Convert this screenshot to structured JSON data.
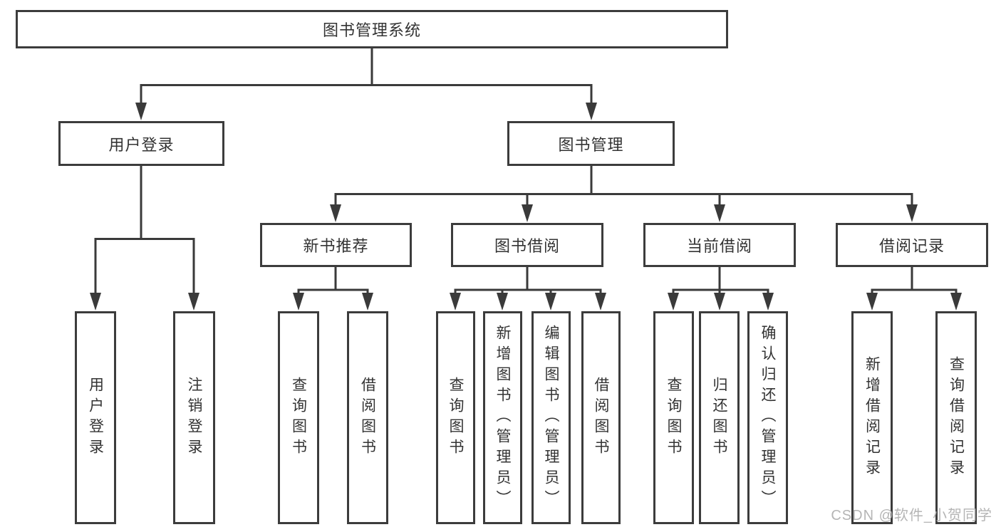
{
  "colors": {
    "line": "#3a3a3a",
    "box_border": "#3c3c3c",
    "text": "#333333",
    "watermark": "#b5b5b5",
    "background": "#ffffff"
  },
  "watermark": {
    "text": "CSDN @软件_小贺同学"
  },
  "nodes": {
    "root": {
      "label": "图书管理系统"
    },
    "user_login": {
      "label": "用户登录"
    },
    "book_mgmt": {
      "label": "图书管理"
    },
    "new_book_rec": {
      "label": "新书推荐"
    },
    "book_borrow": {
      "label": "图书借阅"
    },
    "current_borrow": {
      "label": "当前借阅"
    },
    "borrow_record": {
      "label": "借阅记录"
    },
    "leaf_user_login": {
      "label": "用户登录"
    },
    "leaf_logout": {
      "label": "注销登录"
    },
    "leaf_query_book_new": {
      "label": "查询图书"
    },
    "leaf_borrow_book_new": {
      "label": "借阅图书"
    },
    "leaf_query_book_bor": {
      "label": "查询图书"
    },
    "leaf_add_book_admin": {
      "label": "新增图书（管理员）"
    },
    "leaf_edit_book_admin": {
      "label": "编辑图书（管理员）"
    },
    "leaf_borrow_book_bor": {
      "label": "借阅图书"
    },
    "leaf_query_book_cur": {
      "label": "查询图书"
    },
    "leaf_return_book": {
      "label": "归还图书"
    },
    "leaf_confirm_return_admin": {
      "label": "确认归还（管理员）"
    },
    "leaf_add_borrow_record": {
      "label": "新增借阅记录"
    },
    "leaf_query_borrow_record": {
      "label": "查询借阅记录"
    }
  },
  "hierarchy": {
    "图书管理系统": [
      "用户登录",
      "图书管理"
    ],
    "用户登录": [
      "用户登录",
      "注销登录"
    ],
    "图书管理": [
      "新书推荐",
      "图书借阅",
      "当前借阅",
      "借阅记录"
    ],
    "新书推荐": [
      "查询图书",
      "借阅图书"
    ],
    "图书借阅": [
      "查询图书",
      "新增图书（管理员）",
      "编辑图书（管理员）",
      "借阅图书"
    ],
    "当前借阅": [
      "查询图书",
      "归还图书",
      "确认归还（管理员）"
    ],
    "借阅记录": [
      "新增借阅记录",
      "查询借阅记录"
    ]
  }
}
